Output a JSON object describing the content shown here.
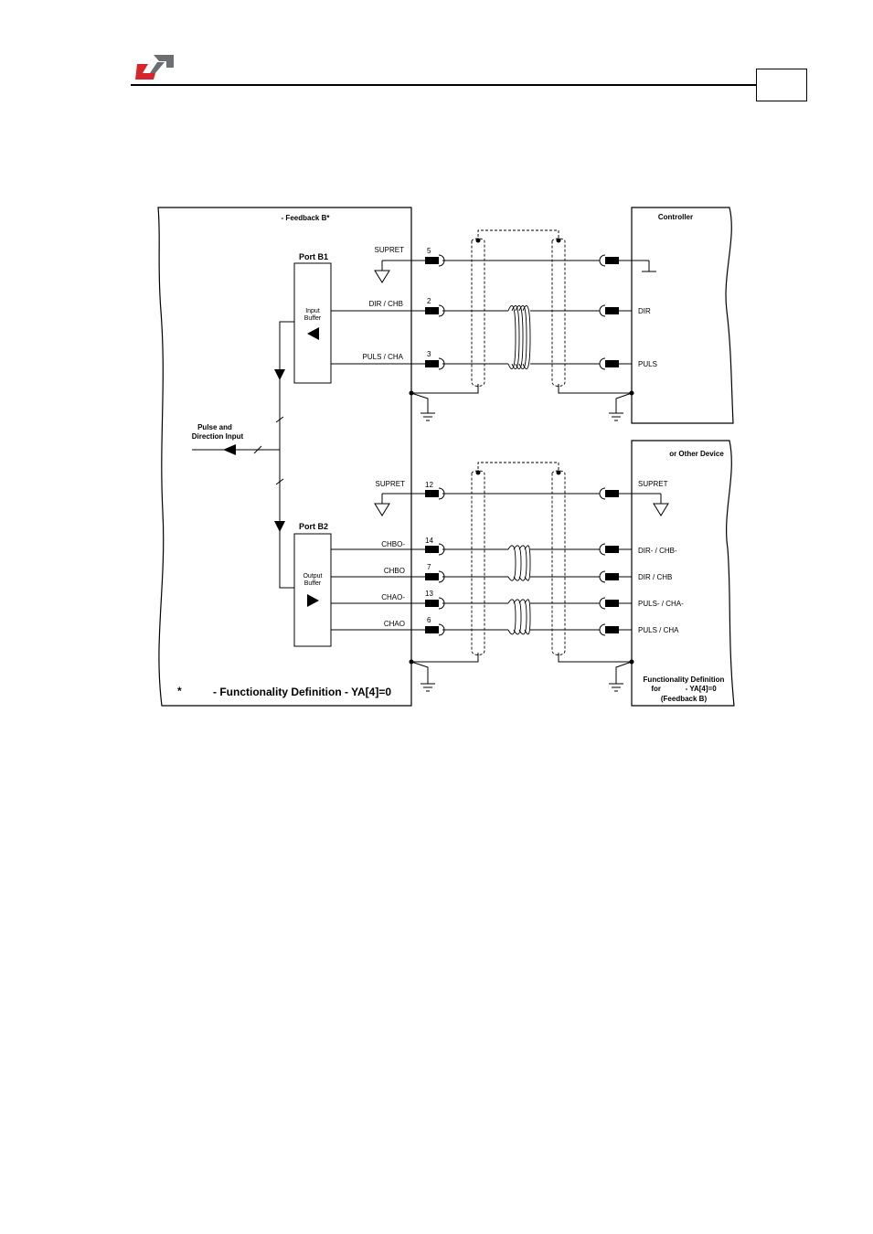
{
  "header": {
    "logo_colors": {
      "red": "#d7262b",
      "gray": "#6d6e71"
    }
  },
  "diagram": {
    "drive_title": "- Feedback B*",
    "port_b1": "Port B1",
    "port_b2": "Port B2",
    "input_buffer": [
      "Input",
      "Buffer"
    ],
    "output_buffer": [
      "Output",
      "Buffer"
    ],
    "pulse_dir_input": [
      "Pulse and",
      "Direction Input"
    ],
    "footnote_star": "*",
    "footnote": "- Functionality Definition - YA[4]=0",
    "controller_title": "Controller",
    "other_device_title": "or Other Device",
    "other_device_footer": [
      "Functionality Definition",
      "for            - YA[4]=0",
      "(Feedback B)"
    ],
    "top_signals": [
      {
        "pin": "5",
        "drive_label": "SUPRET",
        "ext_label": ""
      },
      {
        "pin": "2",
        "drive_label": "DIR / CHB",
        "ext_label": "DIR"
      },
      {
        "pin": "3",
        "drive_label": "PULS / CHA",
        "ext_label": "PULS"
      }
    ],
    "bottom_signals": [
      {
        "pin": "12",
        "drive_label": "SUPRET",
        "ext_label": "SUPRET"
      },
      {
        "pin": "14",
        "drive_label": "CHBO-",
        "ext_label": "DIR- / CHB-"
      },
      {
        "pin": "7",
        "drive_label": "CHBO",
        "ext_label": "DIR / CHB"
      },
      {
        "pin": "13",
        "drive_label": "CHAO-",
        "ext_label": "PULS- / CHA-"
      },
      {
        "pin": "6",
        "drive_label": "CHAO",
        "ext_label": "PULS / CHA"
      }
    ]
  }
}
